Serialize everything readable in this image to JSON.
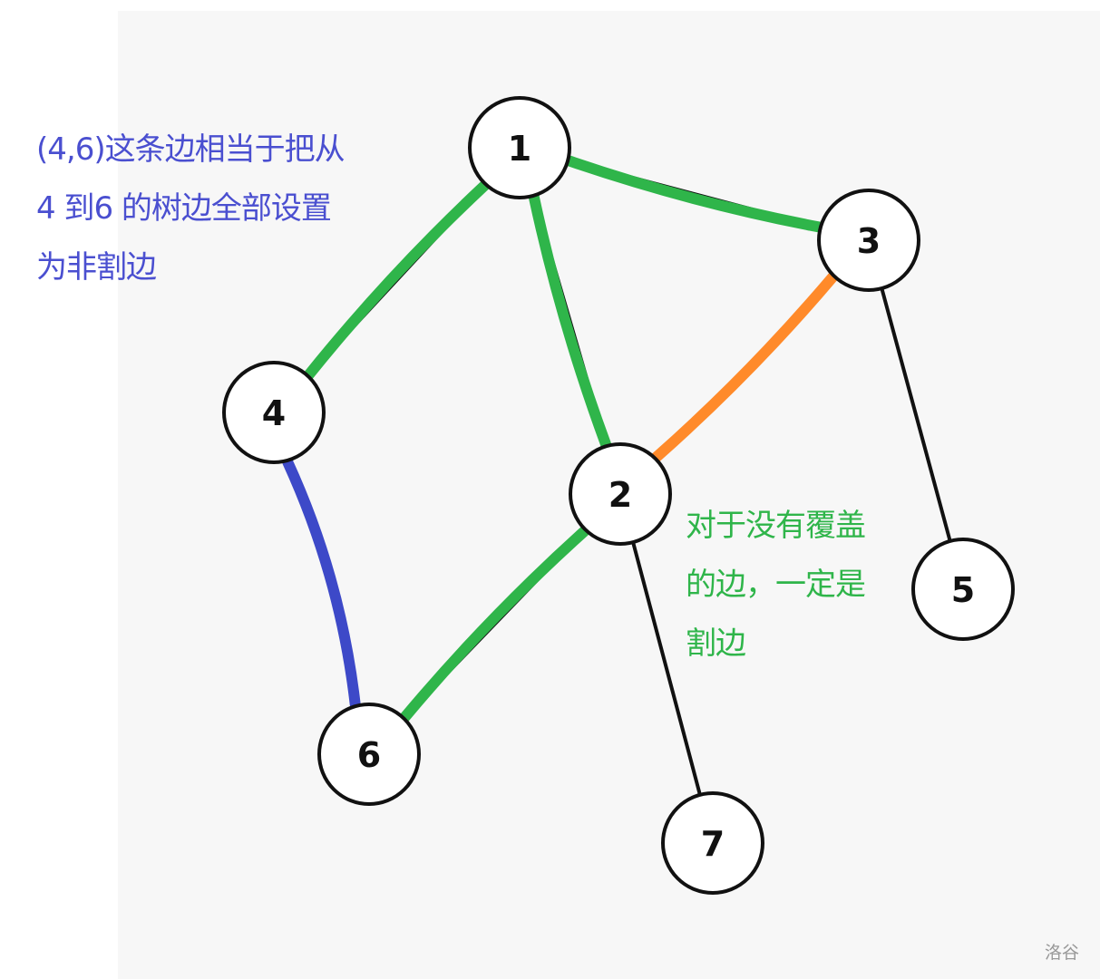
{
  "nodes": [
    {
      "id": "1",
      "label": "1"
    },
    {
      "id": "2",
      "label": "2"
    },
    {
      "id": "3",
      "label": "3"
    },
    {
      "id": "4",
      "label": "4"
    },
    {
      "id": "5",
      "label": "5"
    },
    {
      "id": "6",
      "label": "6"
    },
    {
      "id": "7",
      "label": "7"
    }
  ],
  "tree_edges": [
    [
      "1",
      "4"
    ],
    [
      "1",
      "2"
    ],
    [
      "1",
      "3"
    ],
    [
      "3",
      "5"
    ],
    [
      "2",
      "6"
    ],
    [
      "2",
      "7"
    ]
  ],
  "highlighted_edges": [
    {
      "from": "1",
      "to": "4",
      "color": "#2fb54a"
    },
    {
      "from": "1",
      "to": "2",
      "color": "#2fb54a"
    },
    {
      "from": "1",
      "to": "3",
      "color": "#2fb54a"
    },
    {
      "from": "2",
      "to": "6",
      "color": "#2fb54a"
    },
    {
      "from": "2",
      "to": "3",
      "color": "#ff8a2a"
    },
    {
      "from": "4",
      "to": "6",
      "color": "#3d49c8"
    }
  ],
  "annotations": {
    "blue_note": [
      "(4,6)这条边相当于把从",
      "4 到6 的树边全部设置",
      "为非割边"
    ],
    "green_note": [
      "对于没有覆盖",
      "的边，一定是",
      "割边"
    ]
  },
  "watermark": "洛谷"
}
